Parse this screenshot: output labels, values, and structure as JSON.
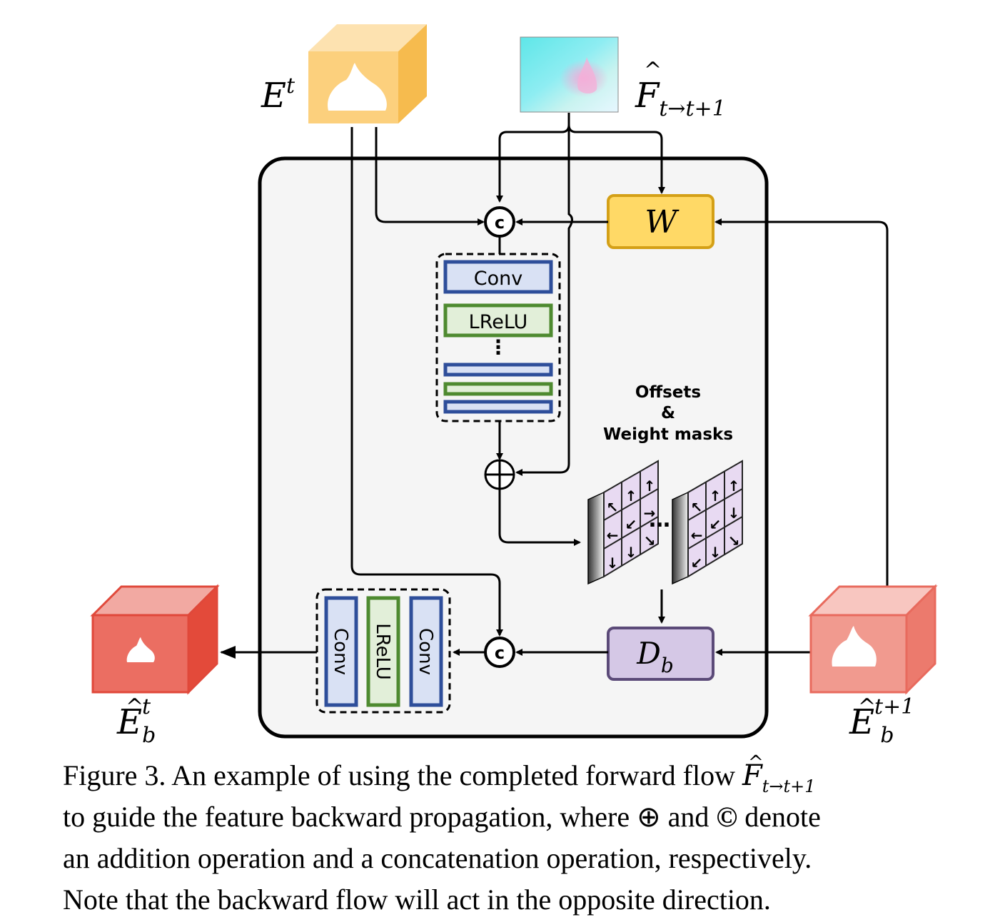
{
  "inputs": {
    "et_label_base": "E",
    "et_label_sup": "t",
    "flow_label_base": "F",
    "flow_label_sub": "t→t+1"
  },
  "blocks": {
    "warp_label": "W",
    "conv_label": "Conv",
    "lrelu_label": "LReLU",
    "vdots": "⋮",
    "offsets_label_line1": "Offsets",
    "offsets_label_line2": "&",
    "offsets_label_line3": "Weight masks",
    "ellipsis": "…",
    "dcn_label_base": "D",
    "dcn_label_sub": "b",
    "concat_symbol": "c",
    "out_conv1": "Conv",
    "out_lrelu": "LReLU",
    "out_conv2": "Conv"
  },
  "outputs": {
    "ebt_base": "E",
    "ebt_sup": "t",
    "ebt_sub": "b",
    "ebt1_base": "E",
    "ebt1_sup": "t+1",
    "ebt1_sub": "b"
  },
  "caption": {
    "line1_text": "Figure 3. An example of using the completed forward flow ",
    "line1_math_base": "F",
    "line1_math_sub": "t→t+1",
    "line2_before": "to guide the feature backward propagation, where ",
    "line2_oplus": "⊕",
    "line2_mid": " and ",
    "line2_copy": "©",
    "line2_after": " denote",
    "line3": "an addition operation and a concatenation operation, respectively.",
    "line4": "Note that the backward flow will act in the opposite direction."
  },
  "colors": {
    "orange_cube": "#FCD07D",
    "red_cube": "#E95A4B",
    "pink_cube": "#F19A8F",
    "conv_border": "#2E4E9A",
    "conv_fill": "#D9E1F4",
    "lrelu_border": "#4E8A30",
    "lrelu_fill": "#E2EFD9",
    "warp_fill": "#FFD966",
    "warp_border": "#D4A017",
    "dcn_fill": "#D5C8E6",
    "dcn_border": "#5B4A78",
    "panel_fill": "#F5F5F5"
  }
}
